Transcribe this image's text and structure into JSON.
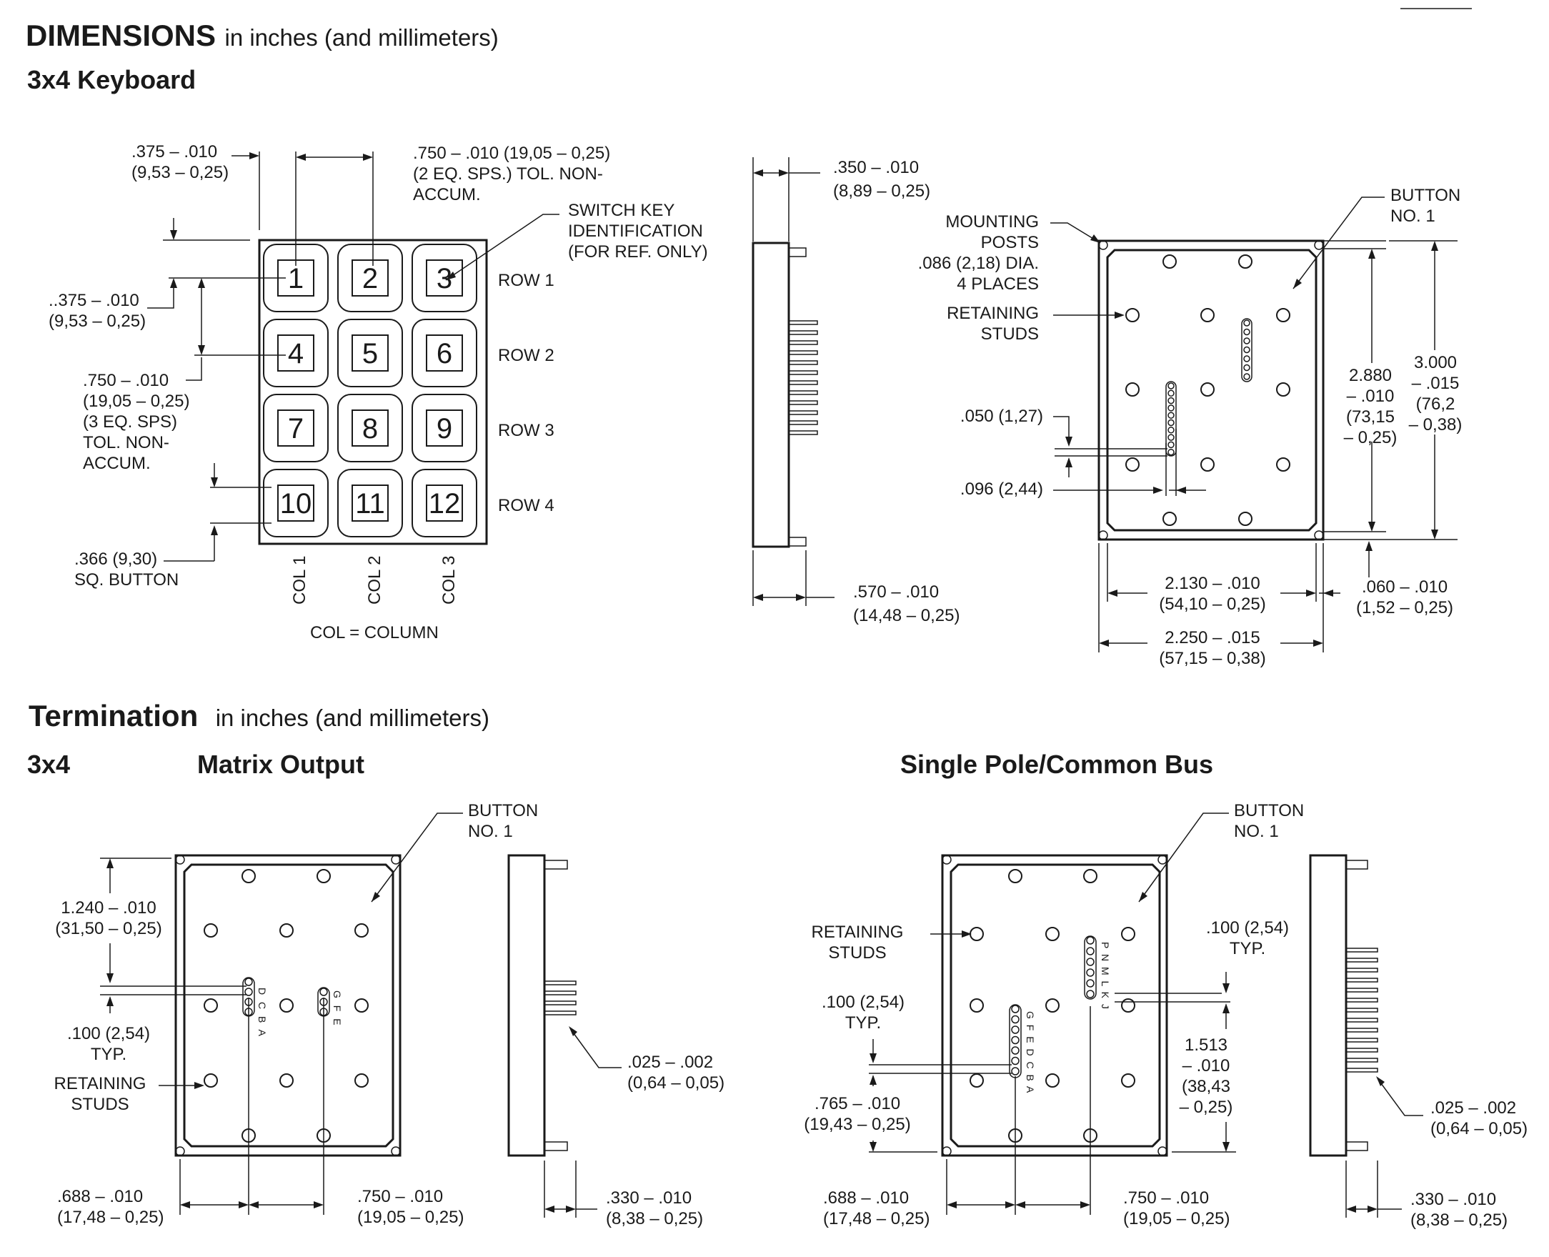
{
  "sections": {
    "dimensions": {
      "title": "DIMENSIONS",
      "units": "in inches (and millimeters)",
      "subtitle": "3x4 Keyboard"
    },
    "termination": {
      "title": "Termination",
      "units": "in inches (and millimeters)",
      "size": "3x4",
      "matrix_title": "Matrix Output",
      "single_title": "Single Pole/Common Bus"
    }
  },
  "keyboard": {
    "keys": [
      "1",
      "2",
      "3",
      "4",
      "5",
      "6",
      "7",
      "8",
      "9",
      "10",
      "11",
      "12"
    ],
    "rows": [
      "ROW 1",
      "ROW 2",
      "ROW 3",
      "ROW 4"
    ],
    "cols": [
      "COL 1",
      "COL 2",
      "COL 3"
    ],
    "col_legend": "COL = COLUMN"
  },
  "front": {
    "d1": [
      ".375 – .010",
      "(9,53 – 0,25)"
    ],
    "d2": [
      ".750 – .010 (19,05 – 0,25)",
      "(2 EQ. SPS.) TOL. NON-",
      "ACCUM."
    ],
    "switch": [
      "SWITCH KEY",
      "IDENTIFICATION",
      "(FOR REF. ONLY)"
    ],
    "d3": [
      "..375 – .010",
      "(9,53 – 0,25)"
    ],
    "d4": [
      ".750 – .010",
      "(19,05 – 0,25)",
      "(3 EQ. SPS)",
      "TOL. NON-",
      "ACCUM."
    ],
    "d5": [
      ".366 (9,30)",
      "SQ. BUTTON"
    ]
  },
  "side": {
    "top": [
      ".350 – .010",
      "(8,89 – 0,25)"
    ],
    "bottom": [
      ".570 – .010",
      "(14,48 – 0,25)"
    ]
  },
  "rear": {
    "mounting": [
      "MOUNTING",
      "POSTS",
      ".086 (2,18) DIA.",
      "4 PLACES"
    ],
    "retaining": [
      "RETAINING",
      "STUDS"
    ],
    "button": [
      "BUTTON",
      "NO. 1"
    ],
    "p050": ".050 (1,27)",
    "p096": ".096 (2,44)",
    "h1": [
      "2.880",
      "– .010",
      "(73,15",
      "– 0,25)"
    ],
    "h2": [
      "3.000",
      "– .015",
      "(76,2",
      "– 0,38)"
    ],
    "w1": [
      "2.130 – .010",
      "(54,10 – 0,25)"
    ],
    "w2": [
      ".060 – .010",
      "(1,52 – 0,25)"
    ],
    "w3": [
      "2.250 – .015",
      "(57,15 – 0,38)"
    ]
  },
  "matrix": {
    "button": [
      "BUTTON",
      "NO. 1"
    ],
    "d1": [
      "1.240 – .010",
      "(31,50 – 0,25)"
    ],
    "d2": [
      ".100 (2,54)",
      "TYP."
    ],
    "retaining": [
      "RETAINING",
      "STUDS"
    ],
    "d3": [
      ".688 – .010",
      "(17,48 – 0,25)"
    ],
    "d4": [
      ".750 – .010",
      "(19,05 – 0,25)"
    ],
    "pins_left": "D C B A",
    "pins_right": "G F E",
    "pin": [
      ".025 – .002",
      "(0,64 – 0,05)"
    ],
    "depth": [
      ".330 – .010",
      "(8,38 – 0,25)"
    ]
  },
  "single": {
    "button": [
      "BUTTON",
      "NO. 1"
    ],
    "retaining": [
      "RETAINING",
      "STUDS"
    ],
    "d1": [
      ".100 (2,54)",
      "TYP."
    ],
    "d2": [
      ".100 (2,54)",
      "TYP."
    ],
    "d3": [
      ".765 – .010",
      "(19,43 – 0,25)"
    ],
    "d4": [
      "1.513",
      "– .010",
      "(38,43",
      "– 0,25)"
    ],
    "d5": [
      ".688 – .010",
      "(17,48 – 0,25)"
    ],
    "d6": [
      ".750 – .010",
      "(19,05 – 0,25)"
    ],
    "pins_left": "G F E D C B A",
    "pins_right": "P N M L K J",
    "pin": [
      ".025 – .002",
      "(0,64 – 0,05)"
    ],
    "depth": [
      ".330 – .010",
      "(8,38 – 0,25)"
    ]
  }
}
